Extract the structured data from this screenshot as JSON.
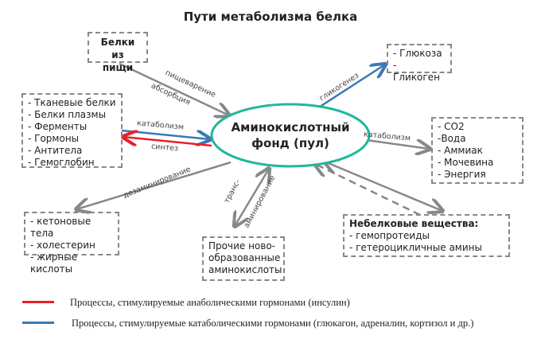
{
  "title": "Пути метаболизма белка",
  "center": {
    "line1": "Аминокислотный",
    "line2": "фонд (пул)"
  },
  "food_box": {
    "line1": "Белки из",
    "line2": "пищи"
  },
  "proteins_box": {
    "items": [
      "- Тканевые белки",
      "- Белки плазмы",
      "- Ферменты",
      "- Гормоны",
      "- Антитела",
      "- Гемоглобин"
    ]
  },
  "glucose_box": {
    "items": [
      "- Глюкоза",
      "- Гликоген"
    ]
  },
  "products_box": {
    "items": [
      "- CO2",
      "-Вода",
      "- Аммиак",
      "- Мочевина",
      "- Энергия"
    ]
  },
  "ketone_box": {
    "items": [
      "- кетоновые тела",
      "- холестерин",
      "- жирные кислоты"
    ]
  },
  "other_aa_box": {
    "items": [
      "Прочие ново-",
      "образованные",
      "аминокислоты"
    ]
  },
  "nonprotein_box": {
    "heading": "Небелковые вещества:",
    "items": [
      "- гемопротеиды",
      "- гетероцикличные амины"
    ]
  },
  "arrow_labels": {
    "digestion": "пищеварение",
    "absorption": "абсорбция",
    "catabolism_left": "катаболизм",
    "synthesis": "синтез",
    "glycogenesis": "гликогенез",
    "catabolism_right": "катаболизм",
    "deamination": "дезаминирование",
    "trans1": "транс-",
    "trans2": "аминирование"
  },
  "legend": [
    {
      "color": "#e8202a",
      "text": "Процессы, стимулируемые анаболическими гормонами (инсулин)"
    },
    {
      "color": "#3b78b5",
      "text": "Процессы, стимулируемые катаболическими гормонами (глюкагон, адреналин, кортизол и др.)"
    }
  ],
  "colors": {
    "ellipse": "#21b89a",
    "gray_arrow": "#888888",
    "red": "#e8202a",
    "blue": "#3b78b5"
  }
}
